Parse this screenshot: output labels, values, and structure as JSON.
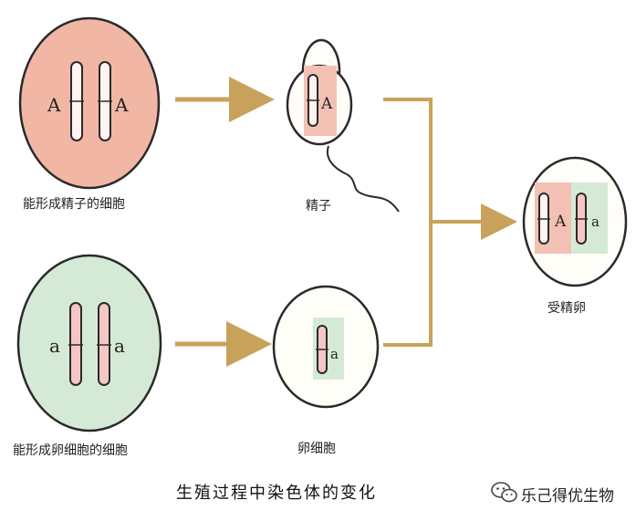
{
  "cells": {
    "sperm_mother": {
      "label": "能形成精子的细胞",
      "allele_left": "A",
      "allele_right": "A"
    },
    "egg_mother": {
      "label": "能形成卵细胞的细胞",
      "allele_left": "a",
      "allele_right": "a"
    },
    "sperm": {
      "label": "精子",
      "allele": "A"
    },
    "egg": {
      "label": "卵细胞",
      "allele": "a"
    },
    "zygote": {
      "label": "受精卵",
      "allele_left": "A",
      "allele_right": "a"
    }
  },
  "caption": "生殖过程中染色体的变化",
  "watermark": {
    "text": "乐己得优生物",
    "icon": "wechat-icon"
  },
  "colors": {
    "pink": "#f2b7a4",
    "green": "#d5ead6",
    "arrow": "#c8a25a",
    "outline": "#2a2a2a",
    "chromosome_fill": "#f6c6c6"
  }
}
